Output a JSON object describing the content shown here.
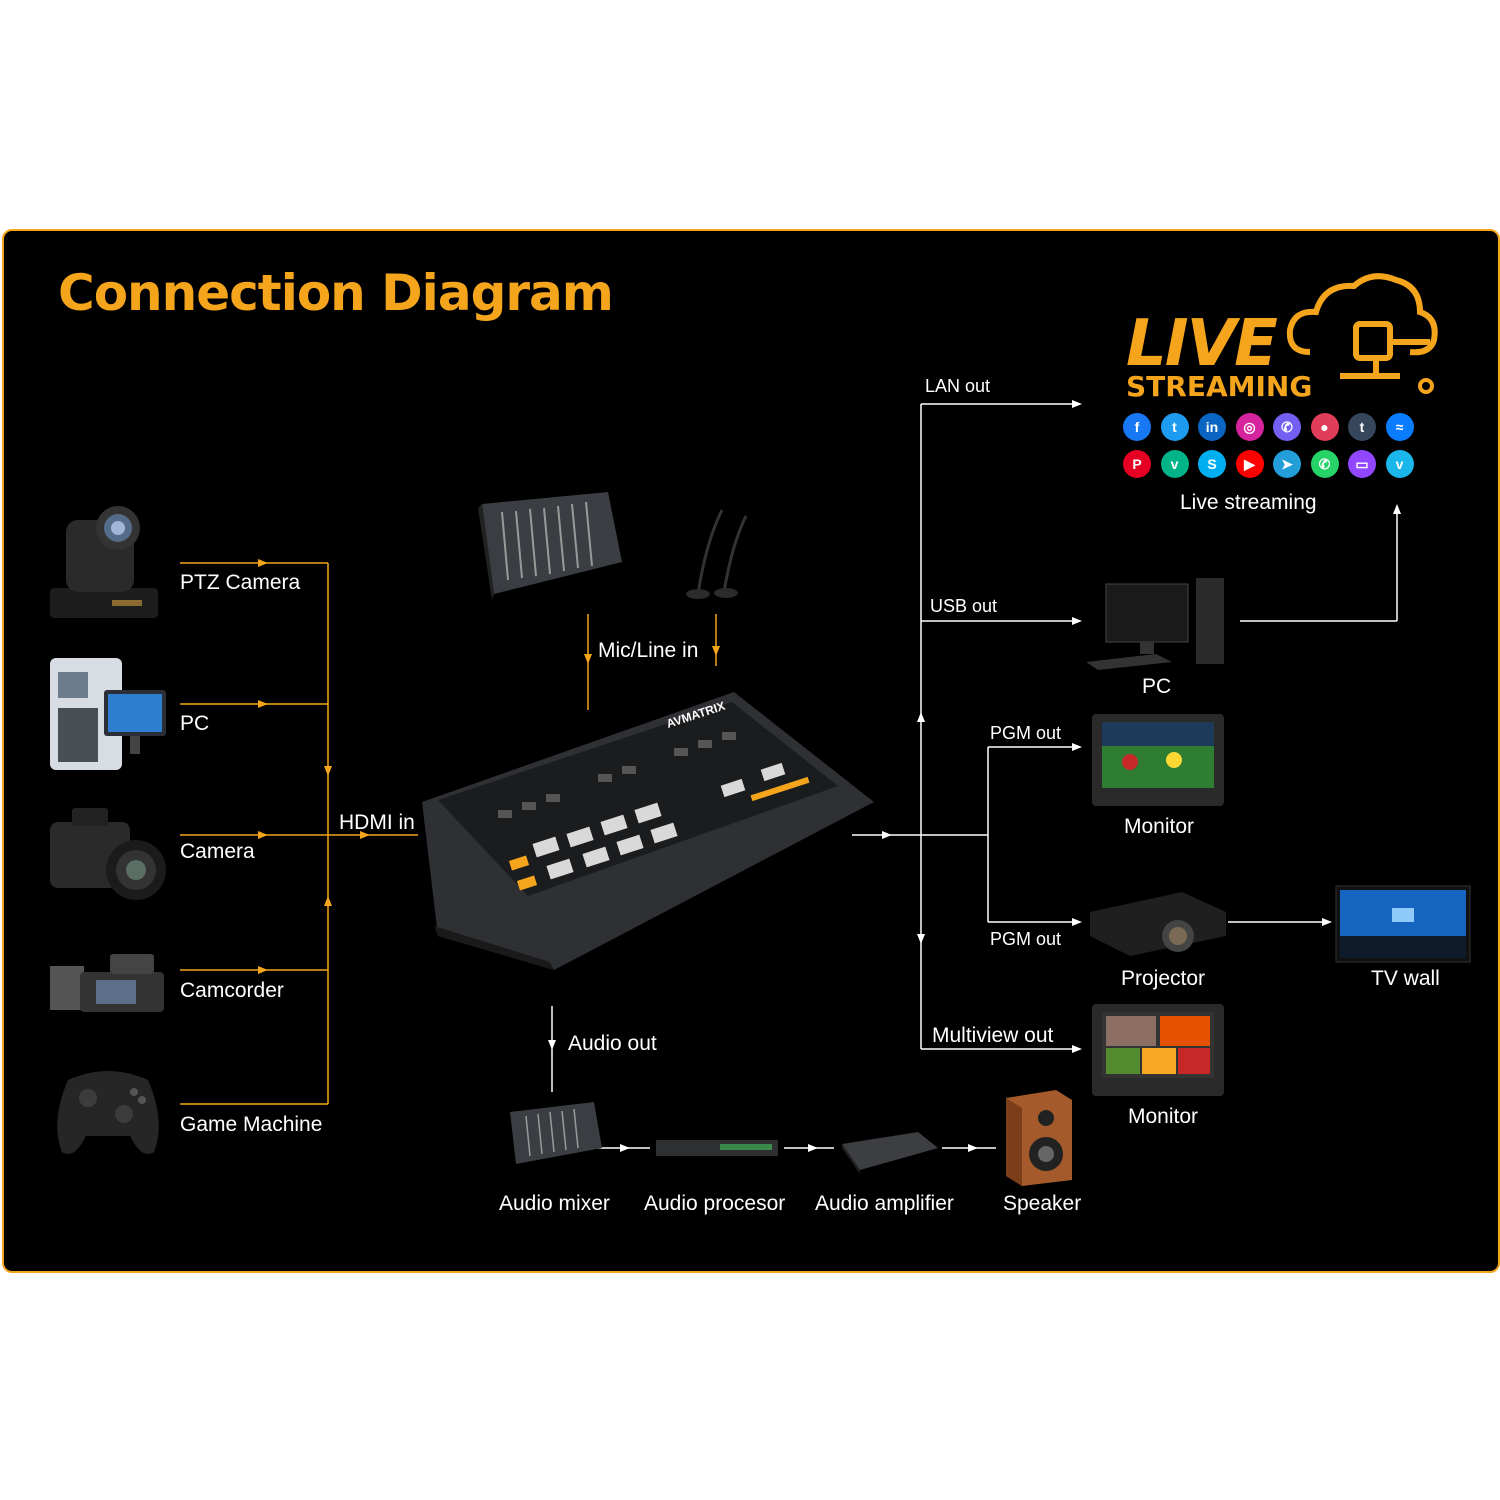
{
  "title": "Connection Diagram",
  "live_logo": {
    "word1": "LIVE",
    "word2": "STREAMING"
  },
  "inputs": {
    "ptz_camera": "PTZ Camera",
    "pc": "PC",
    "camera": "Camera",
    "camcorder": "Camcorder",
    "game_machine": "Game Machine",
    "hdmi_in": "HDMI in"
  },
  "audio_in": {
    "mic_line_in": "Mic/Line in"
  },
  "switcher": {
    "brand": "AVMATRIX"
  },
  "outputs": {
    "lan_out": "LAN out",
    "usb_out": "USB out",
    "pgm_out_1": "PGM out",
    "pgm_out_2": "PGM out",
    "multiview_out": "Multiview out",
    "live_streaming": "Live streaming",
    "pc": "PC",
    "monitor_1": "Monitor",
    "projector": "Projector",
    "tv_wall": "TV wall",
    "monitor_2": "Monitor"
  },
  "audio_chain": {
    "audio_out": "Audio out",
    "audio_mixer": "Audio mixer",
    "audio_processor": "Audio procesor",
    "audio_amplifier": "Audio amplifier",
    "speaker": "Speaker"
  },
  "colors": {
    "accent": "#f5a51c",
    "background": "#000000",
    "text": "#ffffff"
  },
  "social_icons": [
    {
      "name": "facebook-icon",
      "glyph": "f",
      "color": "#1877f2"
    },
    {
      "name": "twitter-icon",
      "glyph": "t",
      "color": "#1d9bf0"
    },
    {
      "name": "linkedin-icon",
      "glyph": "in",
      "color": "#0a66c2"
    },
    {
      "name": "instagram-icon",
      "glyph": "◎",
      "color": "#d6249f"
    },
    {
      "name": "viber-icon",
      "glyph": "✆",
      "color": "#7360f2"
    },
    {
      "name": "periscope-icon",
      "glyph": "●",
      "color": "#e03d5b"
    },
    {
      "name": "tumblr-icon",
      "glyph": "t",
      "color": "#36465d"
    },
    {
      "name": "messenger-icon",
      "glyph": "≈",
      "color": "#0a7cff"
    },
    {
      "name": "pinterest-icon",
      "glyph": "P",
      "color": "#e60023"
    },
    {
      "name": "vine-icon",
      "glyph": "v",
      "color": "#00b488"
    },
    {
      "name": "skype-icon",
      "glyph": "S",
      "color": "#00aff0"
    },
    {
      "name": "youtube-icon",
      "glyph": "▶",
      "color": "#ff0000"
    },
    {
      "name": "telegram-icon",
      "glyph": "➤",
      "color": "#229ed9"
    },
    {
      "name": "whatsapp-icon",
      "glyph": "✆",
      "color": "#25d366"
    },
    {
      "name": "twitch-icon",
      "glyph": "▭",
      "color": "#9146ff"
    },
    {
      "name": "vimeo-icon",
      "glyph": "v",
      "color": "#1ab7ea"
    }
  ]
}
